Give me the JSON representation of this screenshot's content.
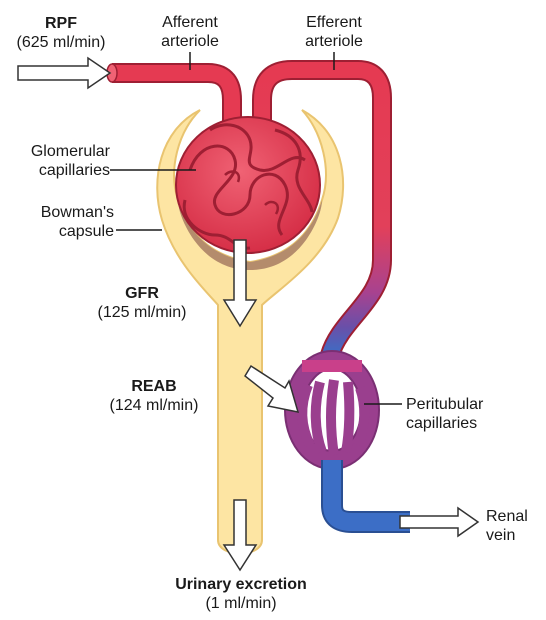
{
  "diagram": {
    "rpf": {
      "title": "RPF",
      "value": "(625 ml/min)"
    },
    "afferent": {
      "line1": "Afferent",
      "line2": "arteriole"
    },
    "efferent": {
      "line1": "Efferent",
      "line2": "arteriole"
    },
    "glomerular": {
      "line1": "Glomerular",
      "line2": "capillaries"
    },
    "bowmans": {
      "line1": "Bowman's",
      "line2": "capsule"
    },
    "gfr": {
      "title": "GFR",
      "value": "(125 ml/min)"
    },
    "reab": {
      "title": "REAB",
      "value": "(124 ml/min)"
    },
    "peritubular": {
      "line1": "Peritubular",
      "line2": "capillaries"
    },
    "renal_vein": {
      "line1": "Renal",
      "line2": "vein"
    },
    "urinary": {
      "title": "Urinary excretion",
      "value": "(1 ml/min)"
    },
    "colors": {
      "capsule_fill": "#fde5a3",
      "capsule_outline": "#e9c470",
      "capsule_lumen": "#b48c6c",
      "artery_red": "#e53a52",
      "capillary_red": "#e8455b",
      "capillary_dark": "#9e1f33",
      "peritubular_purple": "#9a3f8e",
      "vein_blue": "#3c6ec6"
    }
  }
}
